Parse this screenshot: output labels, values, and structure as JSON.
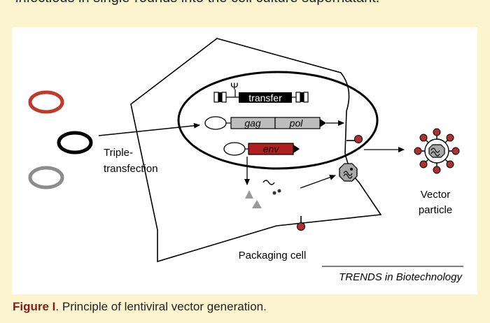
{
  "header_text": "infectious in single-rounds into the cell culture supernatant.",
  "diagram": {
    "psi_symbol": "Ψ",
    "transfer_label": "transfer",
    "gag_label": "gag",
    "pol_label": "pol",
    "env_label": "env",
    "triple_label_line1": "Triple-",
    "triple_label_line2": "transfection",
    "vector_label_line1": "Vector",
    "vector_label_line2": "particle",
    "packaging_label": "Packaging cell",
    "source_label": "TRENDS in Biotechnology",
    "colors": {
      "plasmid_red": "#c0392b",
      "plasmid_black": "#000000",
      "plasmid_gray": "#8c8c8c",
      "env_fill": "#b02020",
      "gagpol_fill": "#bdbdbd",
      "particle_spike": "#b03030"
    }
  },
  "caption": {
    "figure_label": "Figure I",
    "text": ". Principle of lentiviral vector generation."
  }
}
